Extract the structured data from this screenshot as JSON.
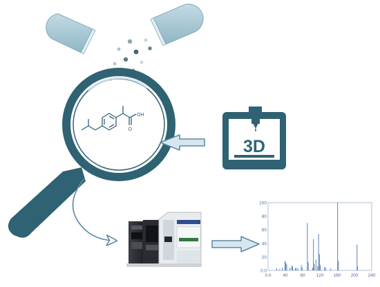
{
  "printer": {
    "label": "3D"
  },
  "molecule": {
    "atoms": [
      "OH",
      "O"
    ]
  },
  "colors": {
    "dark_teal": "#2f6273",
    "capsule_light": "#a9cbd6",
    "capsule_dark": "#7ea9b9",
    "arrow_fill": "#d8e6ef",
    "arrow_stroke": "#5a8aa5",
    "spectrum_blue": "#5b7fb0"
  },
  "chart_data": {
    "type": "bar",
    "x_ticks": [
      "0.0",
      "40",
      "80",
      "120",
      "160",
      "200",
      "240"
    ],
    "y_ticks": [
      "0.0",
      "20",
      "40",
      "60",
      "80",
      "100"
    ],
    "xlim": [
      0,
      240
    ],
    "ylim": [
      0,
      100
    ],
    "peaks": [
      {
        "x": 20,
        "y": 3
      },
      {
        "x": 27,
        "y": 2
      },
      {
        "x": 33,
        "y": 4
      },
      {
        "x": 39,
        "y": 14
      },
      {
        "x": 41,
        "y": 12
      },
      {
        "x": 43,
        "y": 9
      },
      {
        "x": 51,
        "y": 4
      },
      {
        "x": 55,
        "y": 7
      },
      {
        "x": 57,
        "y": 6
      },
      {
        "x": 63,
        "y": 3
      },
      {
        "x": 65,
        "y": 4
      },
      {
        "x": 69,
        "y": 3
      },
      {
        "x": 77,
        "y": 8
      },
      {
        "x": 79,
        "y": 4
      },
      {
        "x": 91,
        "y": 70
      },
      {
        "x": 93,
        "y": 12
      },
      {
        "x": 103,
        "y": 4
      },
      {
        "x": 105,
        "y": 46
      },
      {
        "x": 107,
        "y": 10
      },
      {
        "x": 111,
        "y": 16
      },
      {
        "x": 115,
        "y": 6
      },
      {
        "x": 117,
        "y": 54
      },
      {
        "x": 119,
        "y": 24
      },
      {
        "x": 121,
        "y": 8
      },
      {
        "x": 131,
        "y": 5
      },
      {
        "x": 133,
        "y": 4
      },
      {
        "x": 145,
        "y": 3
      },
      {
        "x": 161,
        "y": 100
      },
      {
        "x": 163,
        "y": 14
      },
      {
        "x": 206,
        "y": 38
      },
      {
        "x": 207,
        "y": 6
      }
    ]
  }
}
